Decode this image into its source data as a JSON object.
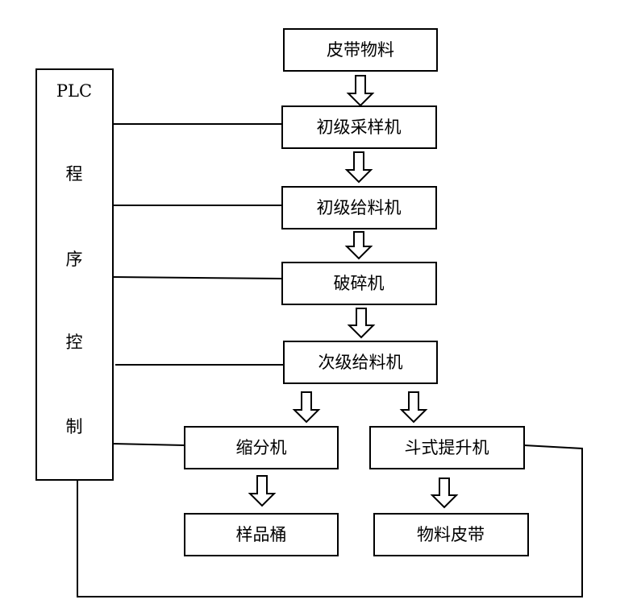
{
  "plc": {
    "title": "PLC",
    "chars": [
      "程",
      "序",
      "控",
      "制"
    ]
  },
  "nodes": {
    "belt_material": "皮带物料",
    "primary_sampler": "初级采样机",
    "primary_feeder": "初级给料机",
    "crusher": "破碎机",
    "secondary_feeder": "次级给料机",
    "divider": "缩分机",
    "bucket_elevator": "斗式提升机",
    "sample_bucket": "样品桶",
    "return_belt": "物料皮带"
  },
  "colors": {
    "line": "#000000",
    "fill": "#ffffff"
  }
}
